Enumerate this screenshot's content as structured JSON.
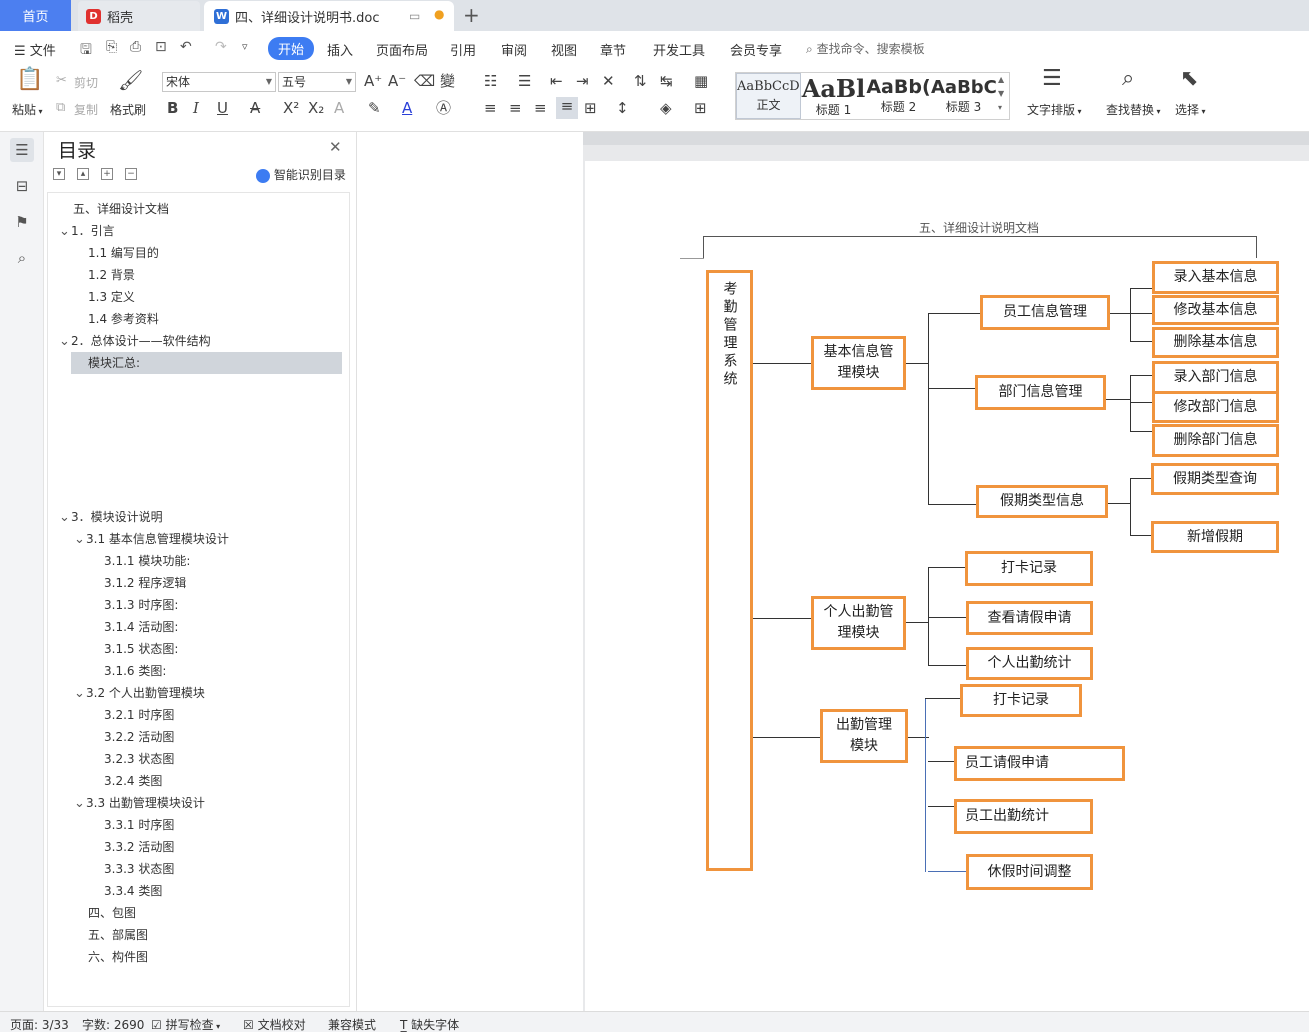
{
  "tabs": {
    "home": "首页",
    "daoke": "稻壳",
    "doc": "四、详细设计说明书.doc",
    "add": "+"
  },
  "menu": {
    "file": "文件",
    "items": [
      "开始",
      "插入",
      "页面布局",
      "引用",
      "审阅",
      "视图",
      "章节",
      "开发工具",
      "会员专享"
    ],
    "search_placeholder": "查找命令、搜索模板"
  },
  "toolbar": {
    "paste": "粘贴",
    "cut": "剪切",
    "copy": "复制",
    "format_painter": "格式刷",
    "font": "宋体",
    "size": "五号",
    "styles": [
      {
        "preview": "AaBbCcDd",
        "name": "正文"
      },
      {
        "preview": "AaBl",
        "name": "标题 1"
      },
      {
        "preview": "AaBb(",
        "name": "标题 2"
      },
      {
        "preview": "AaBbC",
        "name": "标题 3"
      }
    ],
    "text_layout": "文字排版",
    "find_replace": "查找替换",
    "select": "选择"
  },
  "toc": {
    "title": "目录",
    "smart": "智能识别目录",
    "items": [
      {
        "text": "五、详细设计文档",
        "level": 0,
        "caret": ""
      },
      {
        "text": "1．引言",
        "level": 0,
        "caret": "v"
      },
      {
        "text": "1.1 编写目的",
        "level": 1,
        "caret": ""
      },
      {
        "text": "1.2 背景",
        "level": 1,
        "caret": ""
      },
      {
        "text": "1.3 定义",
        "level": 1,
        "caret": ""
      },
      {
        "text": "1.4 参考资料",
        "level": 1,
        "caret": ""
      },
      {
        "text": "2．总体设计——软件结构",
        "level": 0,
        "caret": "v"
      },
      {
        "text": "模块汇总:",
        "level": 1,
        "caret": "",
        "selected": true
      },
      {
        "text": "3．模块设计说明",
        "level": 0,
        "caret": "v"
      },
      {
        "text": "3.1  基本信息管理模块设计",
        "level": 1,
        "caret": "v"
      },
      {
        "text": "3.1.1 模块功能:",
        "level": 2,
        "caret": ""
      },
      {
        "text": "3.1.2 程序逻辑",
        "level": 2,
        "caret": ""
      },
      {
        "text": "3.1.3 时序图:",
        "level": 2,
        "caret": ""
      },
      {
        "text": "3.1.4 活动图:",
        "level": 2,
        "caret": ""
      },
      {
        "text": "3.1.5 状态图:",
        "level": 2,
        "caret": ""
      },
      {
        "text": "3.1.6 类图:",
        "level": 2,
        "caret": ""
      },
      {
        "text": "3.2 个人出勤管理模块",
        "level": 1,
        "caret": "v"
      },
      {
        "text": "3.2.1  时序图",
        "level": 2,
        "caret": ""
      },
      {
        "text": "3.2.2  活动图",
        "level": 2,
        "caret": ""
      },
      {
        "text": "3.2.3  状态图",
        "level": 2,
        "caret": ""
      },
      {
        "text": "3.2.4  类图",
        "level": 2,
        "caret": ""
      },
      {
        "text": "3.3 出勤管理模块设计",
        "level": 1,
        "caret": "v"
      },
      {
        "text": "3.3.1 时序图",
        "level": 2,
        "caret": ""
      },
      {
        "text": "3.3.2 活动图",
        "level": 2,
        "caret": ""
      },
      {
        "text": "3.3.3 状态图",
        "level": 2,
        "caret": ""
      },
      {
        "text": "3.3.4 类图",
        "level": 2,
        "caret": ""
      },
      {
        "text": "四、包图",
        "level": 1,
        "caret": ""
      },
      {
        "text": "五、部属图",
        "level": 1,
        "caret": ""
      },
      {
        "text": "六、构件图",
        "level": 1,
        "caret": ""
      }
    ]
  },
  "document": {
    "header": "五、详细设计说明文档",
    "root": "考勤管理系统",
    "modules": {
      "basic": "基本信息管理模块",
      "personal": "个人出勤管理模块",
      "attendance": "出勤管理模块"
    },
    "sub": {
      "employee": "员工信息管理",
      "department": "部门信息管理",
      "leave_type": "假期类型信息",
      "clock1": "打卡记录",
      "view_leave": "查看请假申请",
      "personal_stat": "个人出勤统计",
      "clock2": "打卡记录",
      "emp_leave": "员工请假申请",
      "emp_stat": "员工出勤统计",
      "holiday_adjust": "休假时间调整"
    },
    "leaf": {
      "add_basic": "录入基本信息",
      "edit_basic": "修改基本信息",
      "del_basic": "删除基本信息",
      "add_dept": "录入部门信息",
      "edit_dept": "修改部门信息",
      "del_dept": "删除部门信息",
      "query_leave": "假期类型查询",
      "new_leave": "新增假期"
    }
  },
  "status": {
    "page": "页面: 3/33",
    "words": "字数: 2690",
    "spell": "拼写检查",
    "proof": "文档校对",
    "compat": "兼容模式",
    "missing_font": "缺失字体"
  },
  "colors": {
    "accent": "#3d7cf2",
    "box_border": "#f0943d"
  }
}
